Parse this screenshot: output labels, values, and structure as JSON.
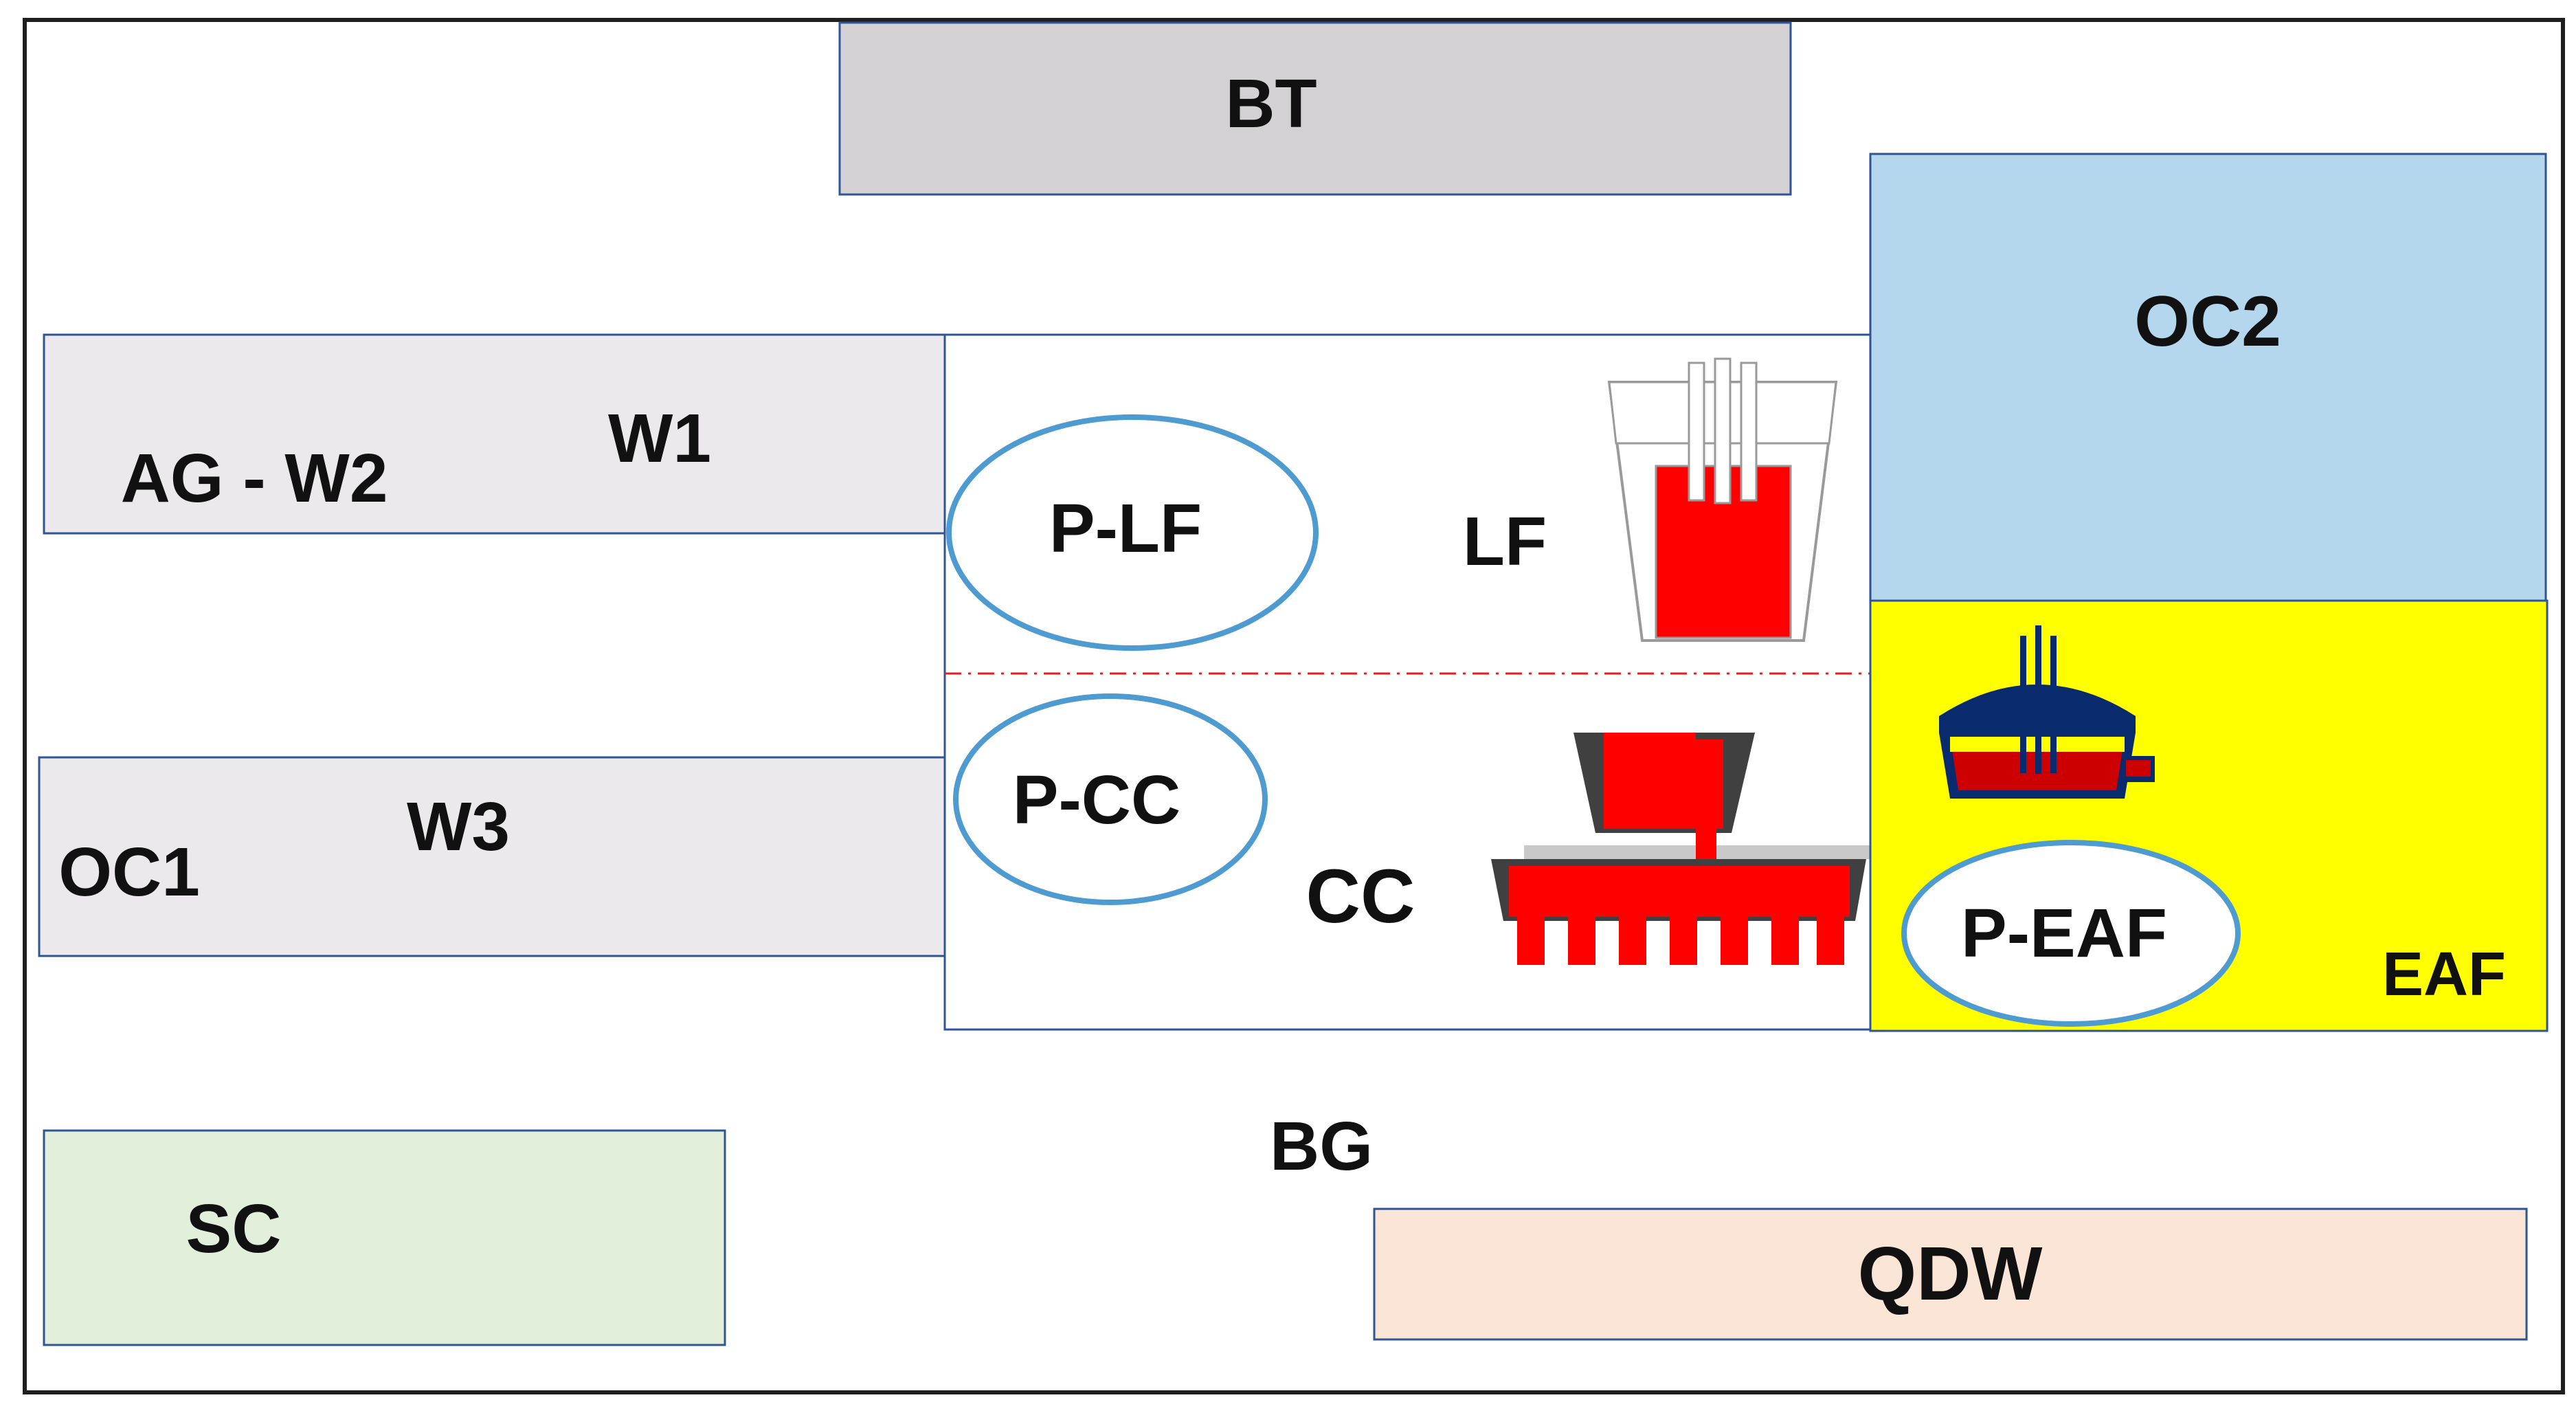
{
  "labels": {
    "bt": "BT",
    "oc2": "OC2",
    "w1": "W1",
    "ag_w2": "AG - W2",
    "w3": "W3",
    "oc1": "OC1",
    "p_lf": "P-LF",
    "lf": "LF",
    "p_cc": "P-CC",
    "cc": "CC",
    "p_eaf": "P-EAF",
    "eaf": "EAF",
    "bg": "BG",
    "sc": "SC",
    "qdw": "QDW"
  },
  "colors": {
    "bt_fill": "#d3d1d3",
    "oc2_fill": "#b4d7ee",
    "eaf_fill": "#ffff00",
    "w_fill": "#ebe9eb",
    "sc_fill": "#e2efda",
    "qdw_fill": "#fbe5d6",
    "ellipse_stroke": "#4d9bd0",
    "metal_red": "#ff0000",
    "divider_red": "#e02020",
    "border": "#1f1f1f"
  },
  "icons": {
    "ladle_furnace": "ladle-furnace-icon",
    "continuous_caster": "continuous-caster-icon",
    "electric_arc_furnace": "electric-arc-furnace-icon"
  }
}
